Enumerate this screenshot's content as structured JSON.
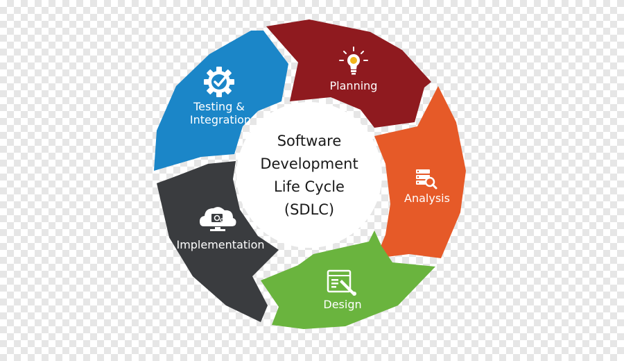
{
  "center": {
    "line1": "Software",
    "line2": "Development",
    "line3": "Life Cycle",
    "line4": "(SDLC)"
  },
  "segments": [
    {
      "label": "Planning",
      "icon": "lightbulb-icon",
      "color": "#8f1a1f"
    },
    {
      "label": "Analysis",
      "icon": "server-search-icon",
      "color": "#e65a28"
    },
    {
      "label": "Design",
      "icon": "design-window-icon",
      "color": "#6ab43e"
    },
    {
      "label": "Implementation",
      "icon": "cloud-gear-icon",
      "color": "#3a3c3f"
    },
    {
      "label_line1": "Testing &",
      "label_line2": "Integration",
      "icon": "gear-check-icon",
      "color": "#1b86c8"
    }
  ]
}
